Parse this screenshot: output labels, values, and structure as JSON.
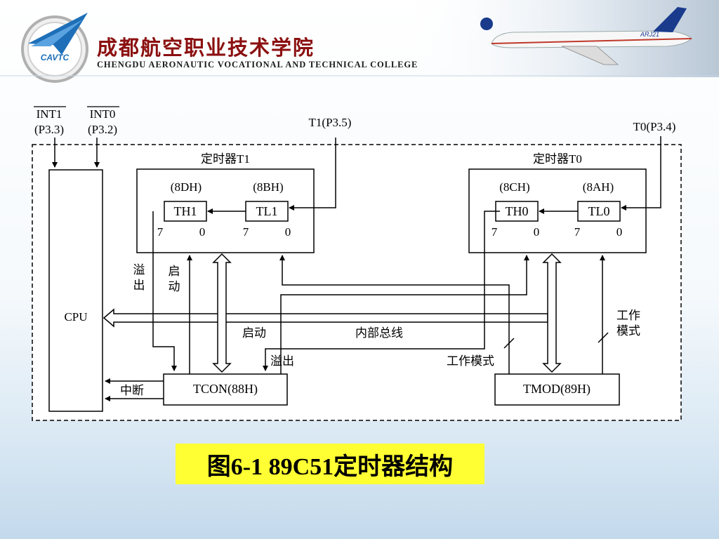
{
  "header": {
    "logo_text": "CAVTC",
    "college_name_cn": "成都航空职业技术学院",
    "college_name_en": "CHENGDU AERONAUTIC VOCATIONAL AND TECHNICAL COLLEGE",
    "plane_text": "ARJ21"
  },
  "diagram": {
    "int1_label": "INT1",
    "int1_pin": "(P3.3)",
    "int0_label": "INT0",
    "int0_pin": "(P3.2)",
    "t1_pin": "T1(P3.5)",
    "t0_pin": "T0(P3.4)",
    "cpu": "CPU",
    "timer1": {
      "title": "定时器T1",
      "th_addr": "(8DH)",
      "tl_addr": "(8BH)",
      "th": "TH1",
      "tl": "TL1",
      "bit_hi_th": "7",
      "bit_lo_th": "0",
      "bit_hi_tl": "7",
      "bit_lo_tl": "0"
    },
    "timer0": {
      "title": "定时器T0",
      "th_addr": "(8CH)",
      "tl_addr": "(8AH)",
      "th": "TH0",
      "tl": "TL0",
      "bit_hi_th": "7",
      "bit_lo_th": "0",
      "bit_hi_tl": "7",
      "bit_lo_tl": "0"
    },
    "overflow_v1": "溢",
    "overflow_v2": "出",
    "start_v1": "启",
    "start_v2": "动",
    "start_label": "启动",
    "overflow_label": "溢出",
    "internal_bus": "内部总线",
    "mode_label": "工作模式",
    "mode_v1": "工作",
    "mode_v2": "模式",
    "interrupt": "中断",
    "tcon": "TCON(88H)",
    "tmod": "TMOD(89H)"
  },
  "caption": "图6-1  89C51定时器结构",
  "colors": {
    "caption_bg": "#ffff33",
    "header_text": "#8b1010",
    "header_en": "#1a1a1a",
    "logo_blue": "#1e6fb8"
  }
}
